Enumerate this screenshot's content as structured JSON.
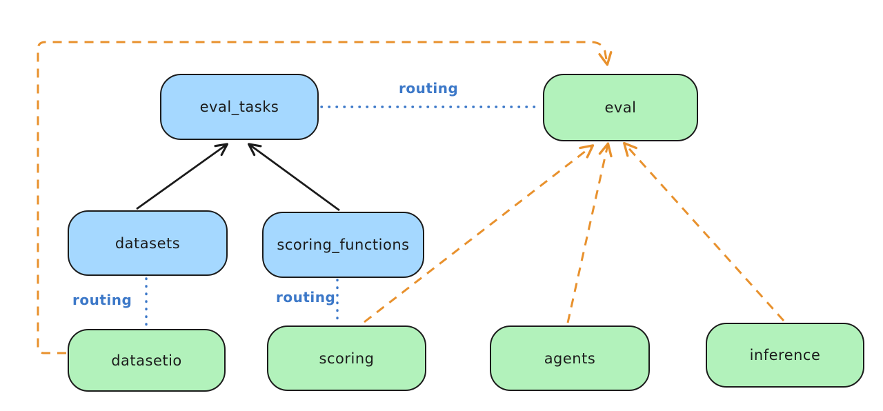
{
  "diagram": {
    "nodes": {
      "eval_tasks": {
        "label": "eval_tasks",
        "kind": "registry",
        "fill": "#a5d8ff"
      },
      "eval": {
        "label": "eval",
        "kind": "api",
        "fill": "#b2f2bb"
      },
      "datasets": {
        "label": "datasets",
        "kind": "registry",
        "fill": "#a5d8ff"
      },
      "scoring_functions": {
        "label": "scoring_functions",
        "kind": "registry",
        "fill": "#a5d8ff"
      },
      "datasetio": {
        "label": "datasetio",
        "kind": "api",
        "fill": "#b2f2bb"
      },
      "scoring": {
        "label": "scoring",
        "kind": "api",
        "fill": "#b2f2bb"
      },
      "agents": {
        "label": "agents",
        "kind": "api",
        "fill": "#b2f2bb"
      },
      "inference": {
        "label": "inference",
        "kind": "api",
        "fill": "#b2f2bb"
      }
    },
    "edges": [
      {
        "from": "eval_tasks",
        "to": "eval",
        "label": "routing",
        "style": "dotted-blue"
      },
      {
        "from": "datasets",
        "to": "datasetio",
        "label": "routing",
        "style": "dotted-blue"
      },
      {
        "from": "scoring_functions",
        "to": "scoring",
        "label": "routing",
        "style": "dotted-blue"
      },
      {
        "from": "datasets",
        "to": "eval_tasks",
        "label": "",
        "style": "solid-black-arrow"
      },
      {
        "from": "scoring_functions",
        "to": "eval_tasks",
        "label": "",
        "style": "solid-black-arrow"
      },
      {
        "from": "datasetio",
        "to": "eval",
        "label": "",
        "style": "dashed-orange-arrow"
      },
      {
        "from": "scoring",
        "to": "eval",
        "label": "",
        "style": "dashed-orange-arrow"
      },
      {
        "from": "agents",
        "to": "eval",
        "label": "",
        "style": "dashed-orange-arrow"
      },
      {
        "from": "inference",
        "to": "eval",
        "label": "",
        "style": "dashed-orange-arrow"
      }
    ],
    "colors": {
      "background": "#ffffff",
      "blue_node_fill": "#a5d8ff",
      "green_node_fill": "#b2f2bb",
      "node_border": "#1b1b1b",
      "routing_blue": "#3c78c8",
      "orange_dashed": "#e8912d",
      "black_arrow": "#1b1b1b"
    }
  }
}
